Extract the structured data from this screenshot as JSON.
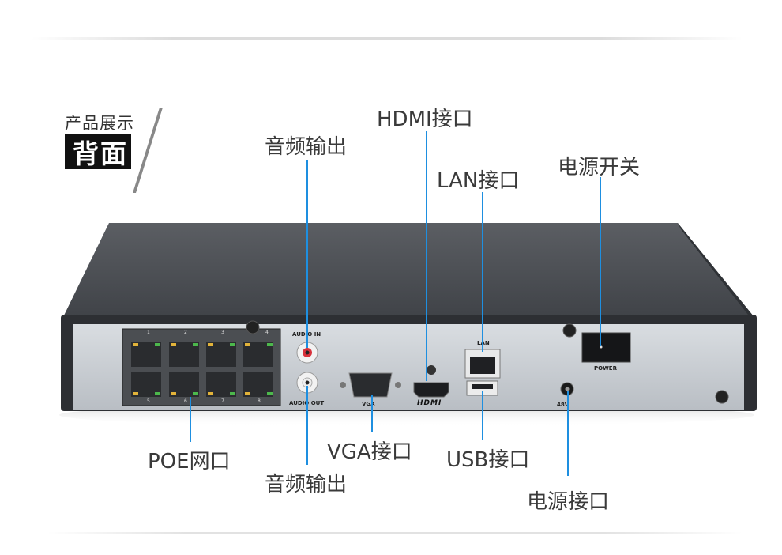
{
  "header": {
    "small_title": "产品展示",
    "big_title": "背面"
  },
  "labels": {
    "audio_out_top": "音频输出",
    "hdmi": "HDMI接口",
    "lan": "LAN接口",
    "power_switch": "电源开关",
    "poe": "POE网口",
    "audio_out_bottom": "音频输出",
    "vga": "VGA接口",
    "usb": "USB接口",
    "power_port": "电源接口"
  },
  "panel_markings": {
    "audio_in": "AUDIO IN",
    "audio_out": "AUDIO OUT",
    "vga": "VGA",
    "hdmi_logo": "HDMI",
    "lan": "LAN",
    "power": "POWER",
    "dc": "48V",
    "port_numbers_top": [
      "1",
      "2",
      "3",
      "4"
    ],
    "port_numbers_bottom": [
      "5",
      "6",
      "7",
      "8"
    ]
  },
  "colors": {
    "accent_line": "#1e8fe0",
    "device_top": "#4a4d52",
    "device_front": "#c8ccd0"
  }
}
